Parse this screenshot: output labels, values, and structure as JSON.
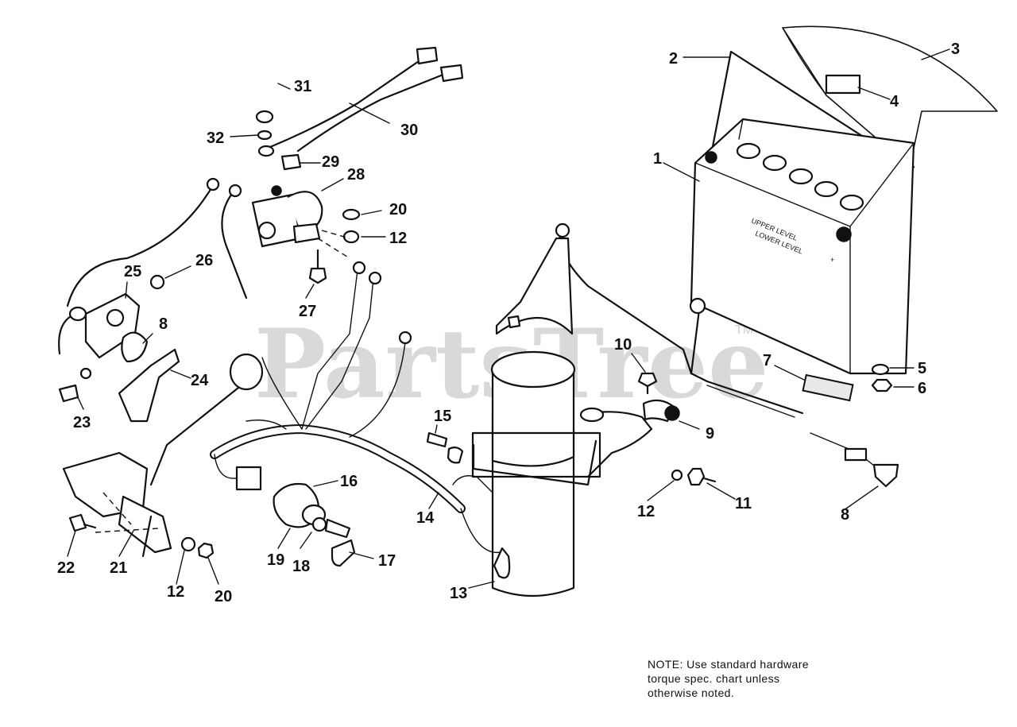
{
  "diagram": {
    "watermark": "PartsTree",
    "trademark": "TM",
    "battery_markings": [
      "UPPER LEVEL",
      "LOWER LEVEL",
      "+"
    ],
    "callouts": [
      "1",
      "2",
      "3",
      "4",
      "5",
      "6",
      "7",
      "8",
      "8",
      "9",
      "10",
      "11",
      "12",
      "12",
      "12",
      "13",
      "14",
      "15",
      "16",
      "17",
      "18",
      "19",
      "20",
      "20",
      "21",
      "22",
      "23",
      "24",
      "25",
      "26",
      "27",
      "28",
      "29",
      "30",
      "31",
      "32"
    ]
  },
  "note": {
    "lines": [
      "NOTE: Use standard hardware",
      "torque spec. chart unless",
      "otherwise noted."
    ]
  }
}
